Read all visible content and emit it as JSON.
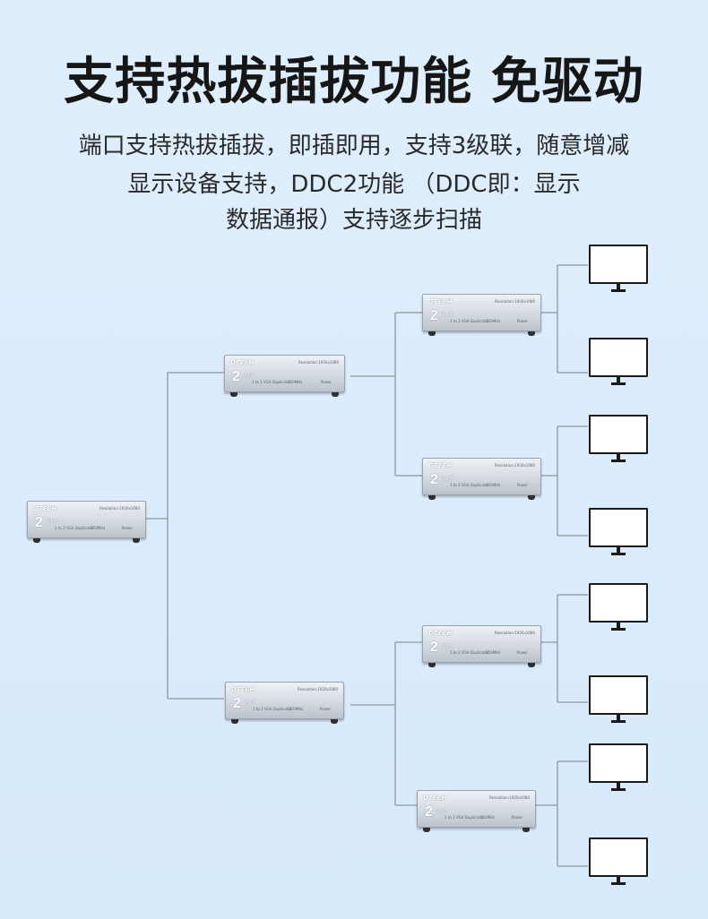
{
  "headline": "支持热拔插拔功能 免驱动",
  "subtitle_lines": [
    "端口支持热拔插拔，即插即用，支持3级联，随意增减",
    "显示设备支持，DDC2功能 （DDC即：显示",
    "数据通报）支持逐步扫描"
  ],
  "device_label": {
    "brand": "DTECH",
    "port_count": "2",
    "port_word": "PORT",
    "resolution": "Resolution:1920x1080",
    "description": "1 to 2 VGA Duplicator",
    "bandwidth": "250MHz",
    "power": "Power"
  },
  "diagram": {
    "tiers": 3,
    "splitter_outputs": 2,
    "splitter_count": 7,
    "monitor_count": 8
  },
  "colors": {
    "background": "#dbecfb",
    "wire": "#8f969d",
    "monitor": "#1a1a1a",
    "heading": "#161616"
  }
}
